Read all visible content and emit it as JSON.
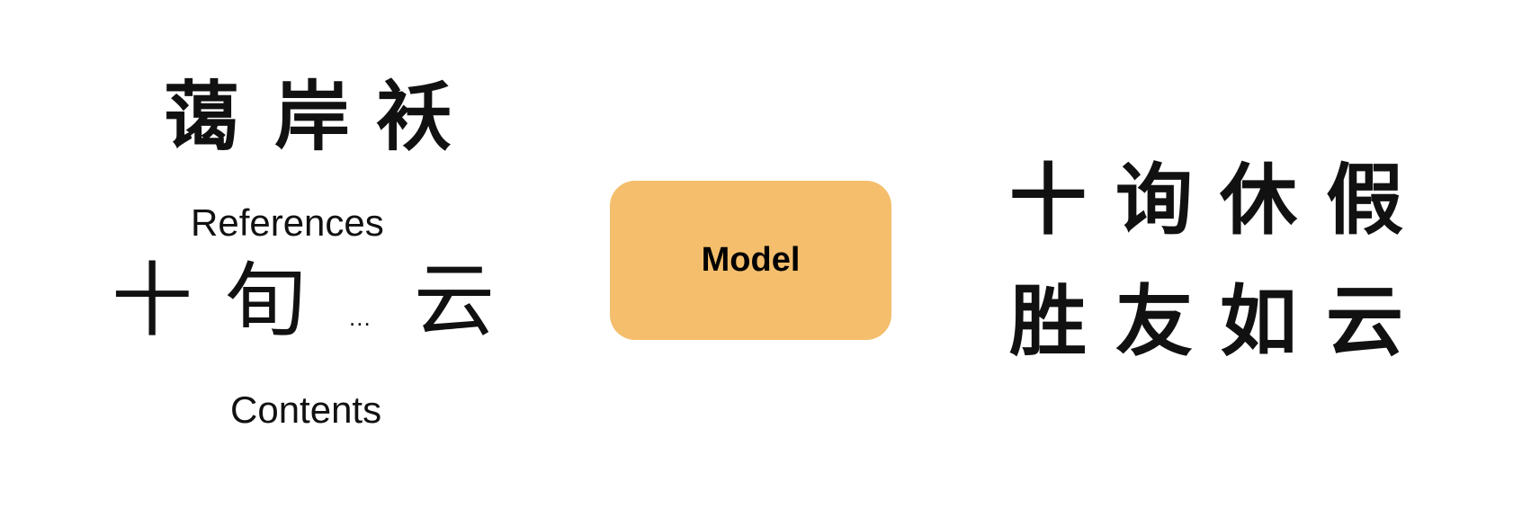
{
  "references": {
    "glyphs": [
      "蔼",
      "岸",
      "袄"
    ],
    "label": "References"
  },
  "contents": {
    "glyphs": [
      "十",
      "旬",
      "云"
    ],
    "ellipsis": "...",
    "label": "Contents"
  },
  "model": {
    "label": "Model",
    "color": "#f4be6c"
  },
  "outputs": {
    "row1": [
      "十",
      "询",
      "休",
      "假"
    ],
    "row2": [
      "胜",
      "友",
      "如",
      "云"
    ]
  }
}
